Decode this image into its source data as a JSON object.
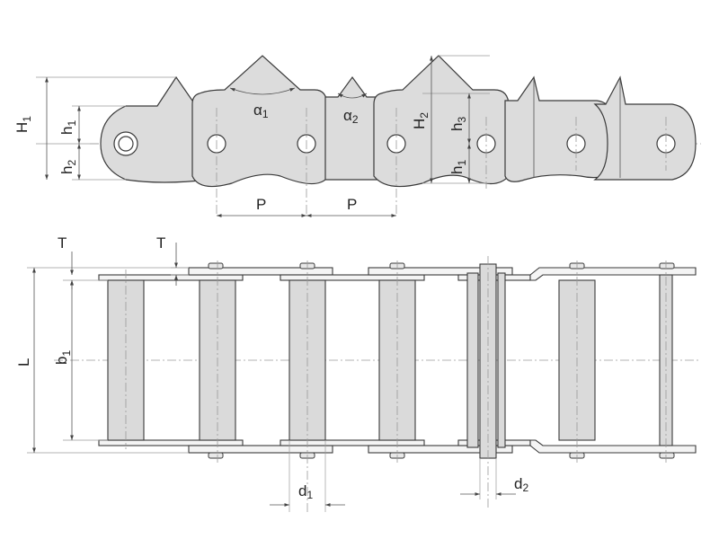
{
  "labels": {
    "H1": {
      "main": "H",
      "sub": "1"
    },
    "h1_left": {
      "main": "h",
      "sub": "1"
    },
    "h2": {
      "main": "h",
      "sub": "2"
    },
    "alpha1": {
      "main": "α",
      "sub": "1"
    },
    "alpha2": {
      "main": "α",
      "sub": "2"
    },
    "H2": {
      "main": "H",
      "sub": "2"
    },
    "h3": {
      "main": "h",
      "sub": "3"
    },
    "h1_right": {
      "main": "h",
      "sub": "1"
    },
    "P1": "P",
    "P2": "P",
    "T_left": "T",
    "T_right": "T",
    "L": "L",
    "b1": {
      "main": "b",
      "sub": "1"
    },
    "d1": {
      "main": "d",
      "sub": "1"
    },
    "d2": {
      "main": "d",
      "sub": "2"
    }
  }
}
